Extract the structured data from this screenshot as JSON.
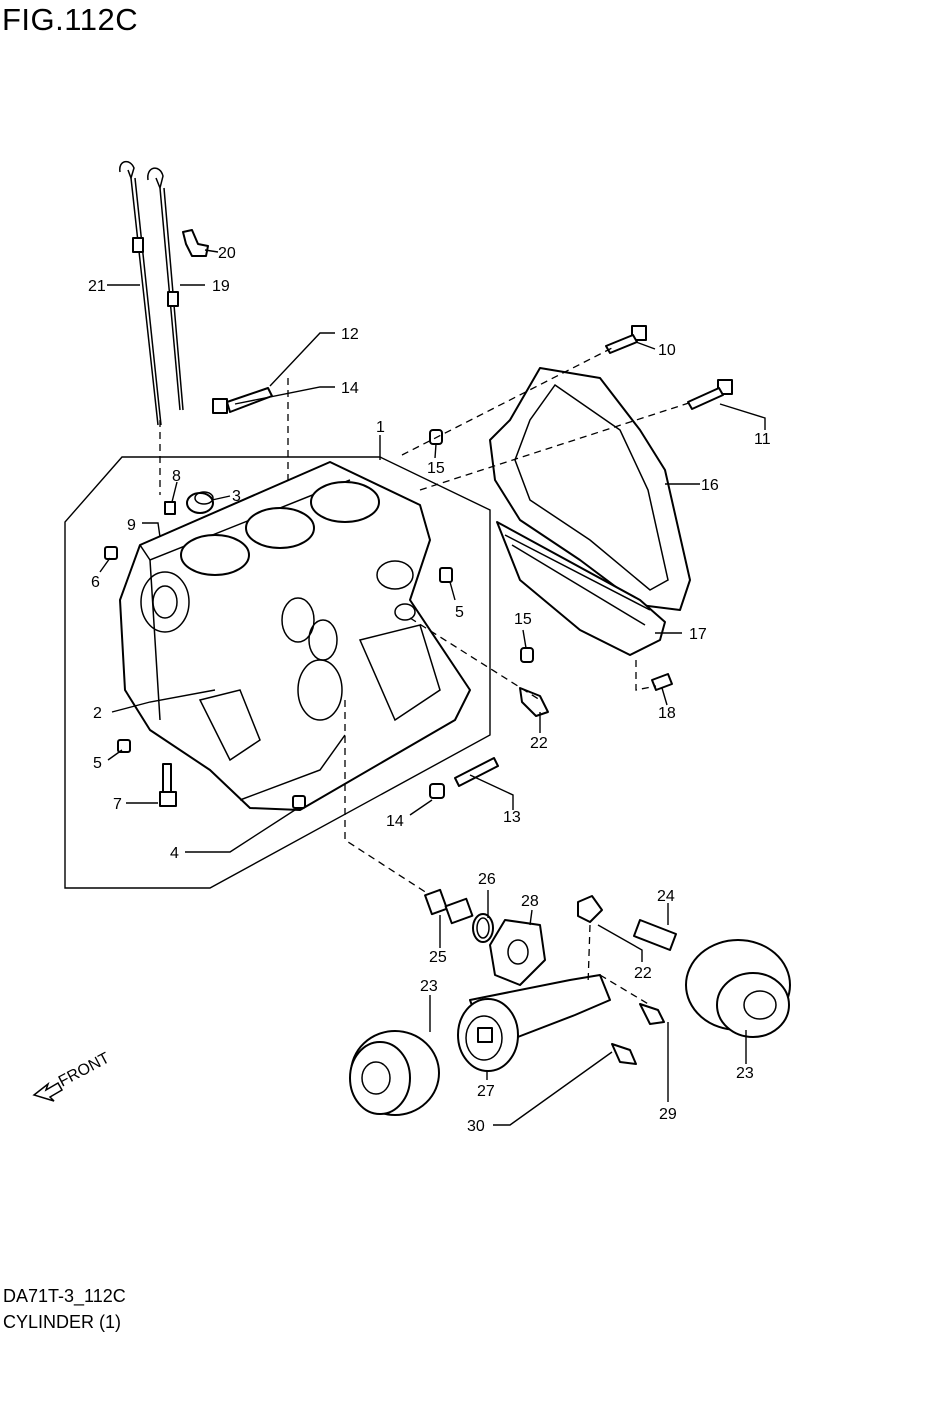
{
  "figure": {
    "title": "FIG.112C",
    "code": "DA71T-3_112C",
    "name": "CYLINDER (1)",
    "front_label": "FRONT"
  },
  "callouts": [
    "1",
    "2",
    "3",
    "4",
    "5",
    "5",
    "6",
    "7",
    "8",
    "9",
    "10",
    "11",
    "12",
    "13",
    "14",
    "14",
    "15",
    "15",
    "16",
    "17",
    "18",
    "19",
    "20",
    "21",
    "22",
    "22",
    "23",
    "23",
    "24",
    "25",
    "26",
    "27",
    "28",
    "29",
    "30"
  ]
}
